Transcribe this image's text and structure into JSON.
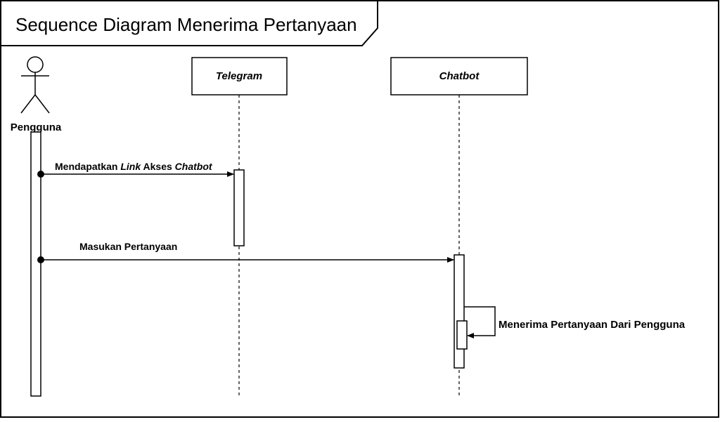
{
  "frame": {
    "title": "Sequence Diagram Menerima Pertanyaan"
  },
  "actor": {
    "name": "Pengguna"
  },
  "lifelines": [
    {
      "label": "Telegram"
    },
    {
      "label": "Chatbot"
    }
  ],
  "messages": [
    {
      "from": "Pengguna",
      "to": "Telegram",
      "text_parts": [
        "Mendapatkan ",
        "Link",
        " Akses ",
        "Chatbot"
      ]
    },
    {
      "from": "Pengguna",
      "to": "Chatbot",
      "text": "Masukan Pertanyaan"
    },
    {
      "from": "Chatbot",
      "to": "Chatbot",
      "text": "Menerima Pertanyaan Dari Pengguna",
      "self": true
    }
  ],
  "colors": {
    "line": "#000000",
    "background": "#ffffff"
  }
}
